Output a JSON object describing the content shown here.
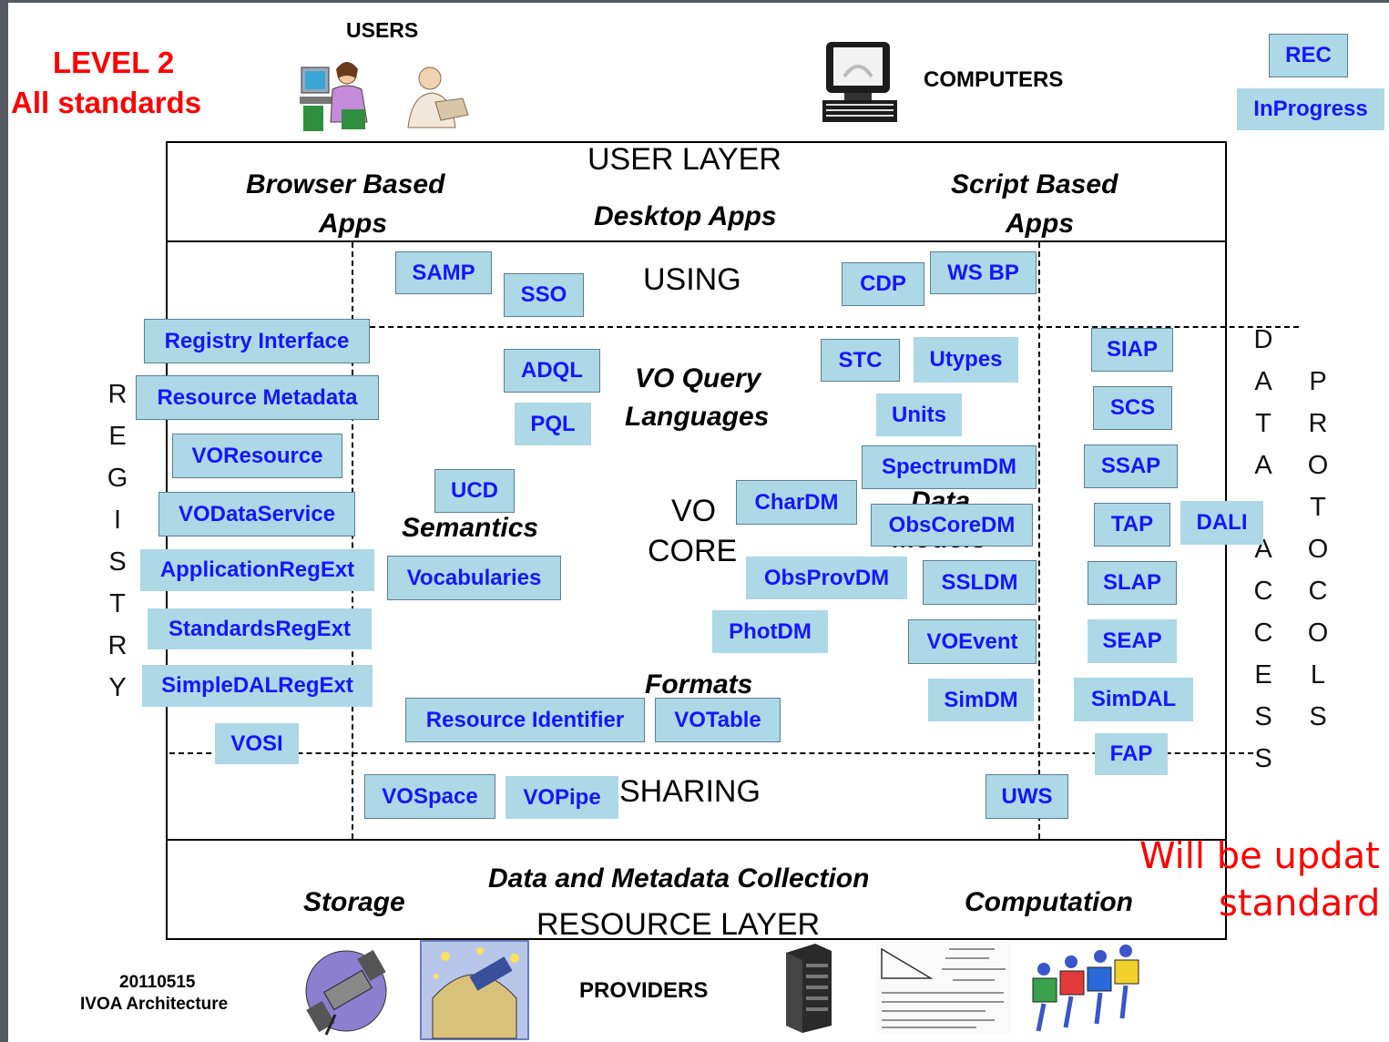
{
  "header": {
    "level_title": "LEVEL 2",
    "level_subtitle": "All standards",
    "users": "USERS",
    "computers": "COMPUTERS",
    "legend_rec": "REC",
    "legend_inprogress": "InProgress"
  },
  "user_layer": {
    "title": "USER LAYER",
    "browser_line1": "Browser Based",
    "browser_line2": "Apps",
    "desktop": "Desktop Apps",
    "script_line1": "Script Based",
    "script_line2": "Apps"
  },
  "core": {
    "using": "USING",
    "sharing": "SHARING",
    "vo_core_line1": "VO",
    "vo_core_line2": "CORE",
    "query_line1": "VO Query",
    "query_line2": "Languages",
    "semantics": "Semantics",
    "formats": "Formats",
    "data_models_line1": "Data",
    "data_models_line2": "Models"
  },
  "registry_letters": [
    "R",
    "E",
    "G",
    "I",
    "S",
    "T",
    "R",
    "Y"
  ],
  "data_access_letters": [
    "D",
    "A",
    "T",
    "A",
    " ",
    "A",
    "C",
    "C",
    "E",
    "S",
    "S"
  ],
  "protocols_letters": [
    "P",
    "R",
    "O",
    "T",
    "O",
    "C",
    "O",
    "L",
    "S"
  ],
  "standards": {
    "samp": "SAMP",
    "sso": "SSO",
    "cdp": "CDP",
    "wsbp": "WS BP",
    "registry_interface": "Registry Interface",
    "resource_metadata": "Resource Metadata",
    "voresource": "VOResource",
    "vodataservice": "VODataService",
    "applicationregext": "ApplicationRegExt",
    "standardsregext": "StandardsRegExt",
    "simpledalregext": "SimpleDALRegExt",
    "vosi": "VOSI",
    "adql": "ADQL",
    "pql": "PQL",
    "ucd": "UCD",
    "vocabularies": "Vocabularies",
    "stc": "STC",
    "utypes": "Utypes",
    "units": "Units",
    "spectrumdm": "SpectrumDM",
    "chardm": "CharDM",
    "obscoredm": "ObsCoreDM",
    "obsprovdm": "ObsProvDM",
    "ssldm": "SSLDM",
    "photdm": "PhotDM",
    "voevent": "VOEvent",
    "simdm": "SimDM",
    "resource_identifier": "Resource Identifier",
    "votable": "VOTable",
    "siap": "SIAP",
    "scs": "SCS",
    "ssap": "SSAP",
    "tap": "TAP",
    "dali": "DALI",
    "slap": "SLAP",
    "seap": "SEAP",
    "simdal": "SimDAL",
    "fap": "FAP",
    "vospace": "VOSpace",
    "vopipe": "VOPipe",
    "uws": "UWS"
  },
  "resource_layer": {
    "collection": "Data and Metadata Collection",
    "storage": "Storage",
    "computation": "Computation",
    "title": "RESOURCE LAYER"
  },
  "footer": {
    "date": "20110515",
    "caption": "IVOA Architecture",
    "providers": "PROVIDERS"
  },
  "overlay_note": {
    "line1": "Will be updat",
    "line2": "standard"
  },
  "colors": {
    "box_fill": "#add8e6",
    "box_text": "#1515ff",
    "title_red": "#ff0000"
  }
}
